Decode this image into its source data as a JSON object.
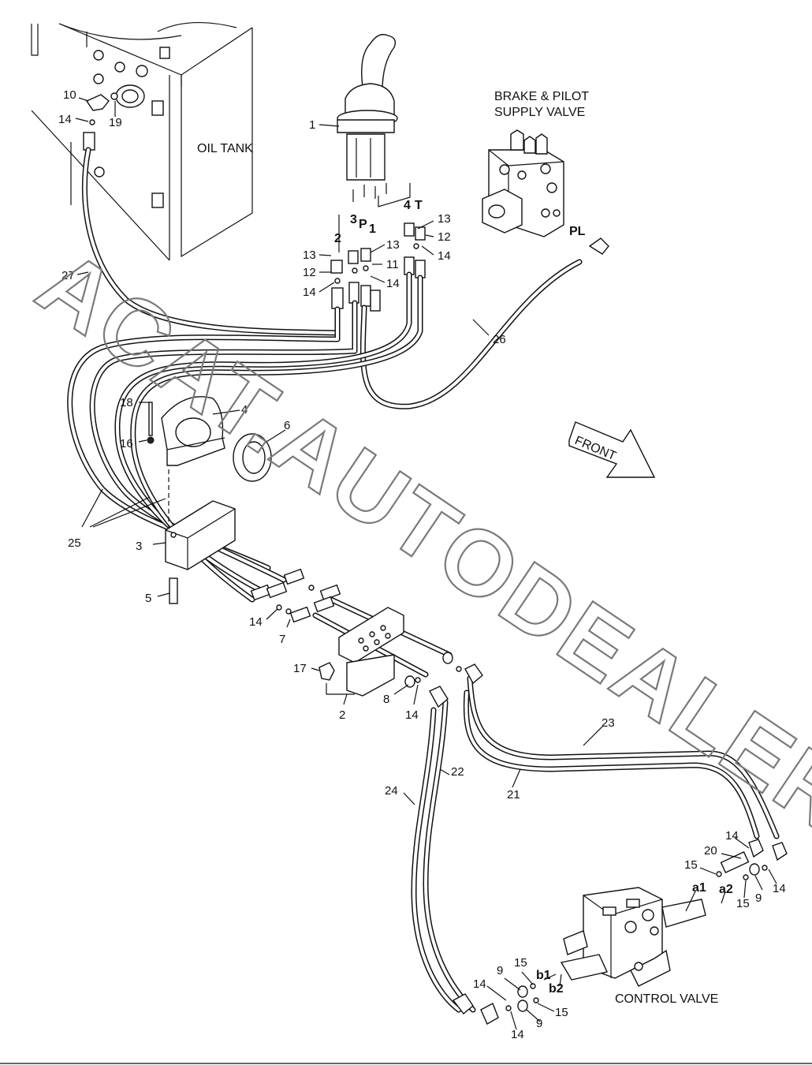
{
  "captions": {
    "oil_tank": "OIL TANK",
    "brake_valve_line1": "BRAKE & PILOT",
    "brake_valve_line2": "SUPPLY VALVE",
    "control_valve": "CONTROL VALVE",
    "front": "FRONT"
  },
  "watermark": "ACAT.AUTODEALER.RU",
  "port_labels": {
    "p2": "2",
    "p3": "3",
    "pP": "P",
    "p1": "1",
    "p4": "4",
    "pT": "T",
    "pl": "PL",
    "a1": "a1",
    "a2": "a2",
    "b1": "b1",
    "b2": "b2"
  },
  "part_numbers": [
    "10",
    "14",
    "19",
    "1",
    "27",
    "13",
    "12",
    "14",
    "13",
    "11",
    "14",
    "13",
    "12",
    "14",
    "26",
    "18",
    "4",
    "16",
    "6",
    "25",
    "3",
    "5",
    "14",
    "7",
    "17",
    "2",
    "8",
    "14",
    "23",
    "22",
    "24",
    "21",
    "14",
    "20",
    "15",
    "9",
    "14",
    "15",
    "9",
    "15",
    "14",
    "9",
    "15",
    "14"
  ],
  "colors": {
    "line": "#111111",
    "watermark": "#7a7a7a",
    "background": "#ffffff"
  }
}
